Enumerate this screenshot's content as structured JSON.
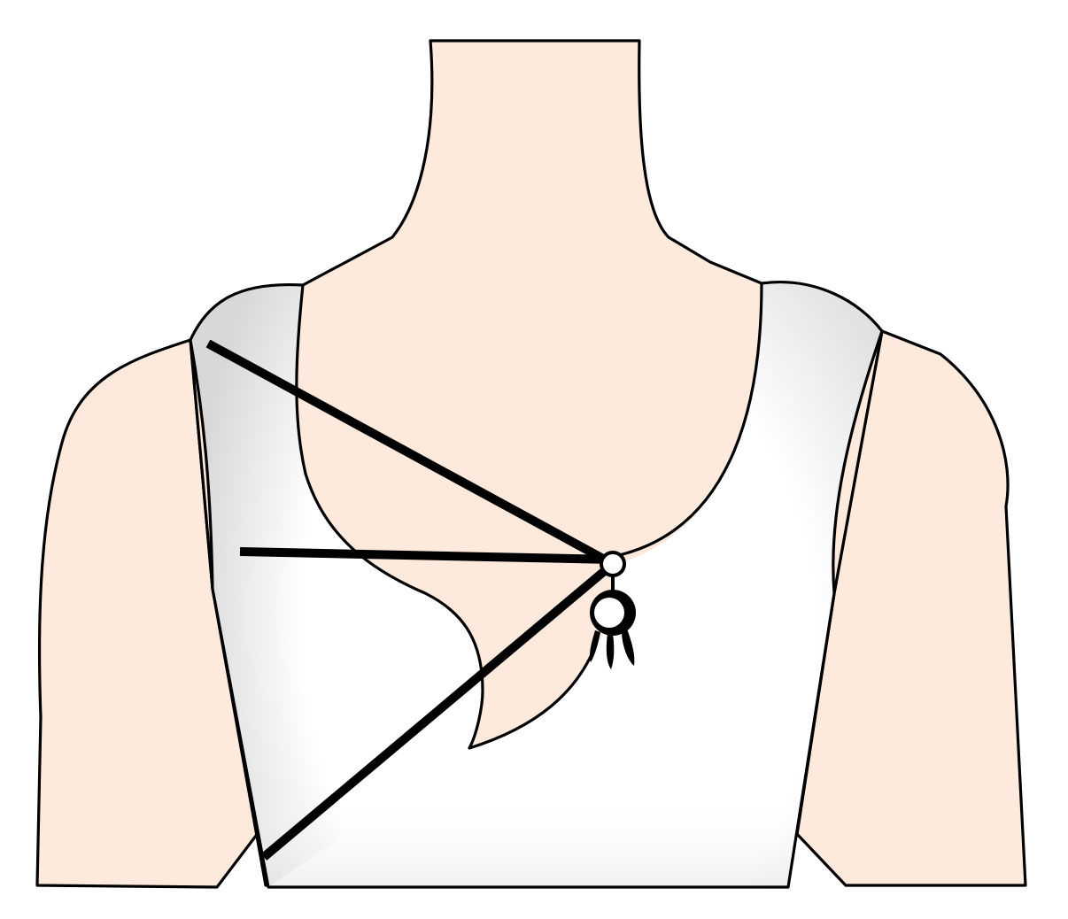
{
  "diagram": {
    "subject": "garment-front-view",
    "colors": {
      "skin": "#fdeadc",
      "garment": "#ffffff",
      "garment_shadow": "#d6d6d6",
      "outline": "#000000",
      "pointer": "#000000"
    },
    "callouts": [
      {
        "id": "pointer-upper"
      },
      {
        "id": "pointer-middle"
      },
      {
        "id": "pointer-lower"
      }
    ],
    "icons": {
      "focus_point": "hollow-circle",
      "ornament": "brooch-with-tassels"
    }
  }
}
